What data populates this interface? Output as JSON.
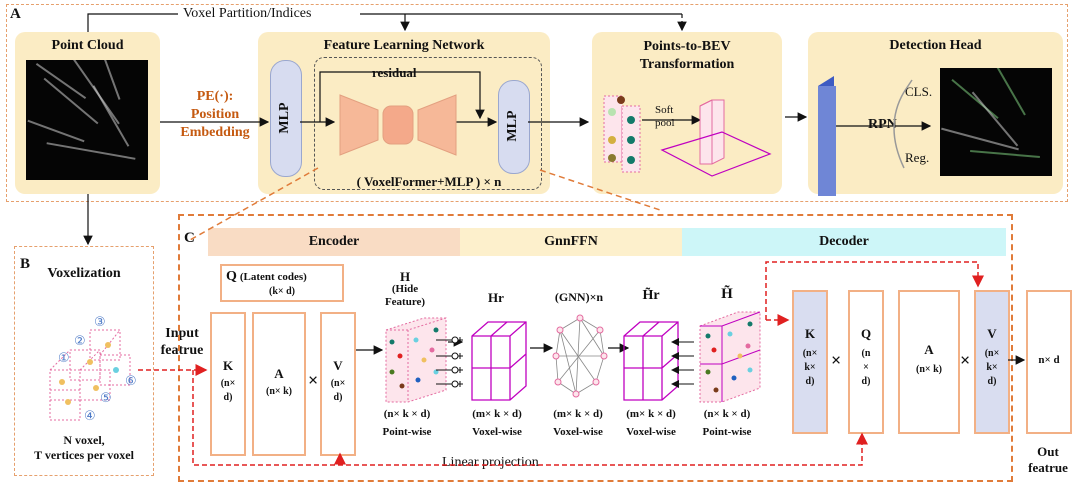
{
  "section_labels": {
    "a": "A",
    "b": "B",
    "c": "C"
  },
  "top": {
    "voxel_partition": "Voxel Partition/Indices"
  },
  "point_cloud": {
    "title": "Point Cloud"
  },
  "pe": {
    "line1": "PE(·):",
    "line2": "Position",
    "line3": "Embedding"
  },
  "fln": {
    "title": "Feature Learning Network",
    "mlp_left": "MLP",
    "mlp_right": "MLP",
    "residual": "residual",
    "formula": "( VoxelFormer+MLP ) × n"
  },
  "bev": {
    "title_line1": "Points-to-BEV",
    "title_line2": "Transformation",
    "soft_pool_1": "Soft",
    "soft_pool_2": "pool"
  },
  "detection": {
    "title": "Detection Head",
    "rpn": "RPN",
    "cls": "CLS.",
    "reg": "Reg."
  },
  "voxelization": {
    "title": "Voxelization",
    "caption_line1": "N voxel,",
    "caption_line2": "T vertices per voxel",
    "numbers": [
      "①",
      "②",
      "③",
      "④",
      "⑤",
      "⑥"
    ]
  },
  "input_feature": {
    "line1": "Input",
    "line2": "featrue"
  },
  "bands": {
    "encoder": "Encoder",
    "gnnffn": "GnnFFN",
    "decoder": "Decoder"
  },
  "encoder": {
    "q_label": "Q",
    "q_desc": "(Latent codes)",
    "q_dim": "(k× d)",
    "k_label": "K",
    "k_dim_1": "(n×",
    "k_dim_2": "d)",
    "a_label": "A",
    "a_dim": "(n× k)",
    "times": "×",
    "v_label": "V",
    "v_dim_1": "(n×",
    "v_dim_2": "d)"
  },
  "h_block": {
    "title": "H",
    "sub1": "(Hide",
    "sub2": "Feature)",
    "dim": "(n× k × d)",
    "kind": "Point-wise"
  },
  "hr_block": {
    "title": "Hr",
    "dim": "(m× k × d)",
    "kind": "Voxel-wise"
  },
  "gnn_block": {
    "title": "(GNN)×n",
    "dim": "(m× k × d)",
    "kind": "Voxel-wise"
  },
  "hr_tilde": {
    "title": "H̃r",
    "dim": "(m× k × d)",
    "kind": "Voxel-wise"
  },
  "h_tilde": {
    "title": "H̃",
    "dim": "(n× k × d)",
    "kind": "Point-wise"
  },
  "decoder": {
    "k_label": "K",
    "k_dim_1": "(n×",
    "k_dim_2": "k×",
    "k_dim_3": "d)",
    "times1": "×",
    "q_label": "Q",
    "q_dim_1": "(n",
    "q_dim_2": "×",
    "q_dim_3": "d)",
    "a_label": "A",
    "a_dim": "(n× k)",
    "times2": "×",
    "v_label": "V",
    "v_dim_1": "(n×",
    "v_dim_2": "k×",
    "v_dim_3": "d)",
    "out_dim": "n× d"
  },
  "linear_projection": "Linear projection",
  "output": {
    "line1": "Out",
    "line2": "featrue"
  },
  "colors": {
    "cream": "#fbecc4",
    "orange_dash": "#e07b39",
    "encoder_band": "#f9dcc4",
    "gnn_band": "#fdf0cc",
    "decoder_band": "#cdf6f8",
    "red_arrow": "#e02020",
    "magenta": "#c000c0",
    "mlp_blue": "#d7dcf0",
    "detection_blue": "#6f86d6"
  }
}
